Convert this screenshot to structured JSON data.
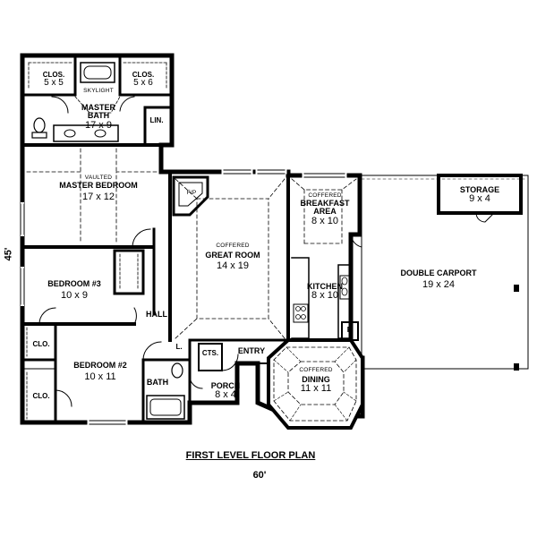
{
  "plan": {
    "title": "FIRST LEVEL FLOOR PLAN",
    "width_dim": "60'",
    "depth_dim": "45'"
  },
  "rooms": {
    "clos_left": {
      "name": "CLOS.",
      "dims": "5 x 5"
    },
    "clos_right": {
      "name": "CLOS.",
      "dims": "5 x 6"
    },
    "master_bath": {
      "note": "SKYLIGHT",
      "name": "MASTER BATH",
      "dims": "17 x 9"
    },
    "lin": {
      "name": "LIN."
    },
    "master_bedroom": {
      "note": "VAULTED",
      "name": "MASTER BEDROOM",
      "dims": "17 x 12"
    },
    "great_room": {
      "note": "COFFERED",
      "name": "GREAT ROOM",
      "dims": "14 x 19"
    },
    "breakfast": {
      "note": "COFFERED",
      "name": "BREAKFAST AREA",
      "dims": "8 x 10"
    },
    "storage": {
      "name": "STORAGE",
      "dims": "9 x 4"
    },
    "carport": {
      "name": "DOUBLE CARPORT",
      "dims": "19 x 24"
    },
    "kitchen": {
      "name": "KITCHEN",
      "dims": "8 x 10"
    },
    "bedroom3": {
      "name": "BEDROOM #3",
      "dims": "10 x 9"
    },
    "hall": {
      "name": "HALL"
    },
    "clo_1": {
      "name": "CLO."
    },
    "clo_2": {
      "name": "CLO."
    },
    "bedroom2": {
      "name": "BEDROOM #2",
      "dims": "10 x 11"
    },
    "bath": {
      "name": "BATH"
    },
    "l": {
      "name": "L."
    },
    "cts": {
      "name": "CTS."
    },
    "entry": {
      "name": "ENTRY"
    },
    "porch": {
      "name": "PORCH",
      "dims": "8 x 4"
    },
    "dining": {
      "note": "COFFERED",
      "name": "DINING",
      "dims": "11 x 11"
    },
    "p": {
      "name": "P."
    },
    "fp": {
      "name": "F/P"
    }
  }
}
